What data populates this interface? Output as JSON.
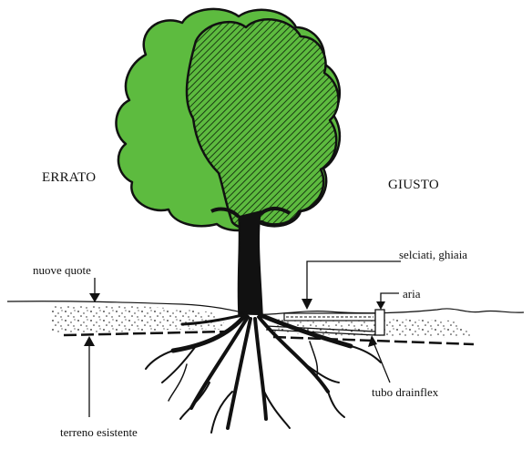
{
  "labels": {
    "wrong": "ERRATO",
    "right": "GIUSTO",
    "new_levels": "nuove quote",
    "existing_ground": "terreno esistente",
    "paving": "selciati, ghiaia",
    "air": "aria",
    "drain_pipe": "tubo drainflex"
  },
  "colors": {
    "foliage": "#5dbb3f",
    "ink": "#111111",
    "paper": "#ffffff"
  }
}
